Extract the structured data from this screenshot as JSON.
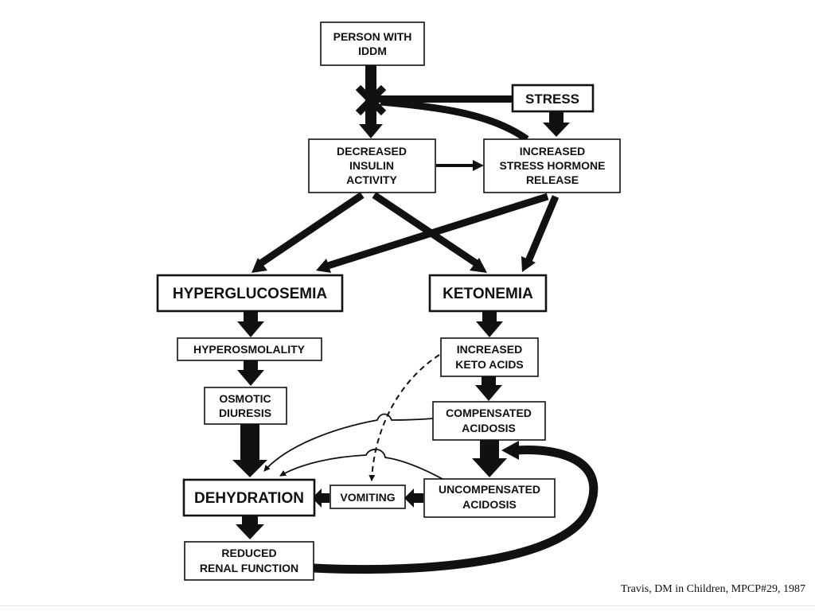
{
  "nodes": {
    "person": [
      "PERSON WITH",
      "IDDM"
    ],
    "stress": [
      "STRESS"
    ],
    "insulin": [
      "DECREASED",
      "INSULIN",
      "ACTIVITY"
    ],
    "hormone": [
      "INCREASED",
      "STRESS HORMONE",
      "RELEASE"
    ],
    "hyperglucosemia": [
      "HYPERGLUCOSEMIA"
    ],
    "ketonemia": [
      "KETONEMIA"
    ],
    "hyperosmolality": [
      "HYPEROSMOLALITY"
    ],
    "keto_acids": [
      "INCREASED",
      "KETO ACIDS"
    ],
    "osmotic": [
      "OSMOTIC",
      "DIURESIS"
    ],
    "comp_acidosis": [
      "COMPENSATED",
      "ACIDOSIS"
    ],
    "dehydration": [
      "DEHYDRATION"
    ],
    "vomiting": [
      "VOMITING"
    ],
    "uncomp_acidosis": [
      "UNCOMPENSATED",
      "ACIDOSIS"
    ],
    "renal": [
      "REDUCED",
      "RENAL FUNCTION"
    ]
  },
  "citation": "Travis, DM in Children, MPCP#29, 1987",
  "colors": {
    "ink": "#111111",
    "background": "#ffffff"
  }
}
